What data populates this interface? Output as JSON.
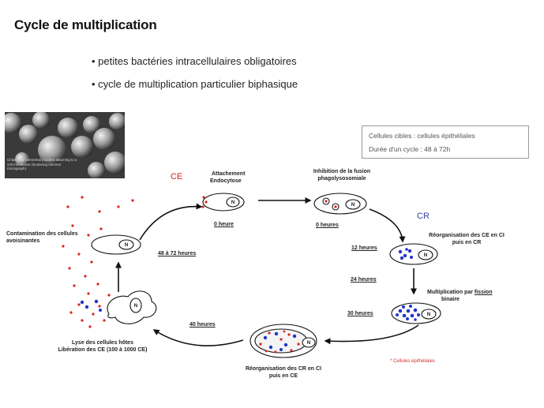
{
  "title": "Cycle de multiplication",
  "bullets": [
    "• petites bactéries intracellulaires obligatoires",
    "• cycle de multiplication particulier biphasique"
  ],
  "photo_caption": "Chlamydial elementary bodies attaching to a cell membrane (Scanning electron micrograph)",
  "info_box": {
    "line1": "Cellules cibles : cellules épithéliales",
    "line2": "Durée d'un cycle : 48 à 72h"
  },
  "tags": {
    "ce": "CE",
    "cr": "CR"
  },
  "nucleus_label": "N",
  "labels": {
    "attachement": "Attachement",
    "endocytose": "Endocytose",
    "h0": "0 heure",
    "inhibition1": "Inhibition de la fusion",
    "inhibition2": "phagolysosomiale",
    "h0b": "0 heures",
    "reorg_ce1": "Réorganisation des CE en CI",
    "reorg_ce2": "puis en CR",
    "h12": "12 heures",
    "h24": "24 heures",
    "multi1": "Multiplication par",
    "multi_fission": "fission",
    "multi2": "binaire",
    "h30": "30 heures",
    "reorg_cr1": "Réorganisation des CR en CI",
    "reorg_cr2": "puis en CE",
    "h40": "40 heures",
    "lyse1": "Lyse des cellules hôtes",
    "lyse2": "Libération des CE (100 à 1000 CE)",
    "h48_72": "48 à 72 heures",
    "contam1": "Contamination des cellules",
    "contam2": "avoisinantes"
  },
  "footnote": "* Cellules épithéliales",
  "colors": {
    "ce": "#dd2222",
    "cr": "#2233cc",
    "arrow": "#111111",
    "box_border": "#9a9a9a"
  }
}
